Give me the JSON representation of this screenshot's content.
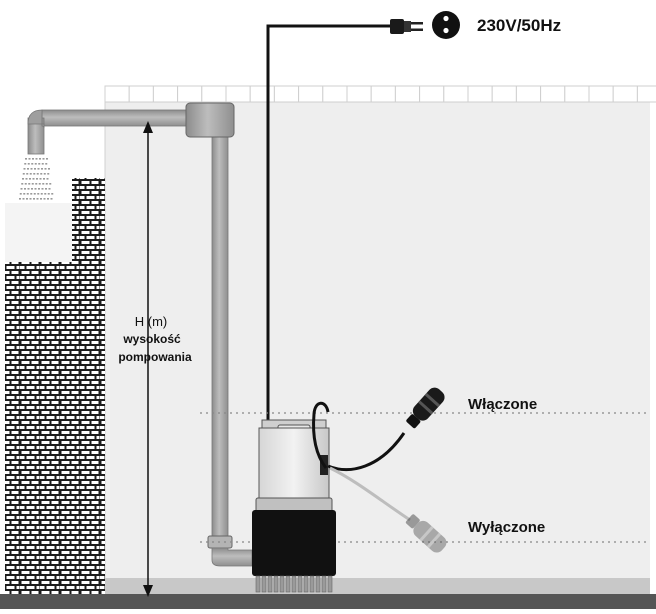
{
  "diagram": {
    "power_label": "230V/50Hz",
    "height_label_1": "H (m)",
    "height_label_2": "wysokość",
    "height_label_3": "pompowania",
    "float_on_label": "Włączone",
    "float_off_label": "Wyłączone"
  },
  "icons": {
    "plug": "plug-icon",
    "socket": "socket-icon",
    "pump": "pump-icon",
    "float_switch": "float-switch-icon"
  },
  "colors": {
    "water": "#eeeeee",
    "pipe": "#a6a6a6",
    "brick_wall": "#1c1c1c",
    "pump_base": "#111111",
    "cable": "#111111",
    "floor": "#555555"
  }
}
